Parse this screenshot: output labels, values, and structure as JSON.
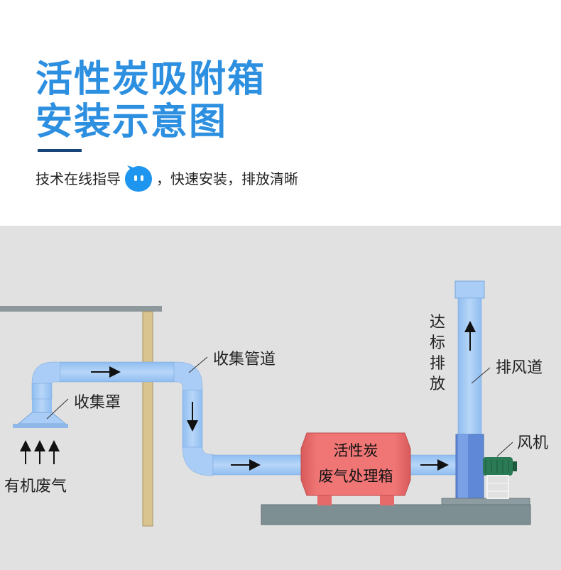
{
  "header": {
    "title_line1": "活性炭吸附箱",
    "title_line2": "安装示意图",
    "subtitle_before": "技术在线指导",
    "subtitle_after": "，快速安装，排放清晰"
  },
  "diagram": {
    "labels": {
      "hood": "收集罩",
      "duct": "收集管道",
      "gas": "有机废气",
      "box_line1": "活性炭",
      "box_line2": "废气处理箱",
      "exhaust_duct": "排风道",
      "fan": "风机",
      "standard_1": "达",
      "standard_2": "标",
      "standard_3": "排",
      "standard_4": "放"
    },
    "colors": {
      "duct_light": "#a9cdf6",
      "duct_mid": "#7db1ea",
      "box_red": "#ee6e6e",
      "fan_green": "#2a7a55",
      "base_gray": "#7e8f94",
      "column": "#d9c490",
      "title_blue": "#2d8fe0"
    }
  }
}
